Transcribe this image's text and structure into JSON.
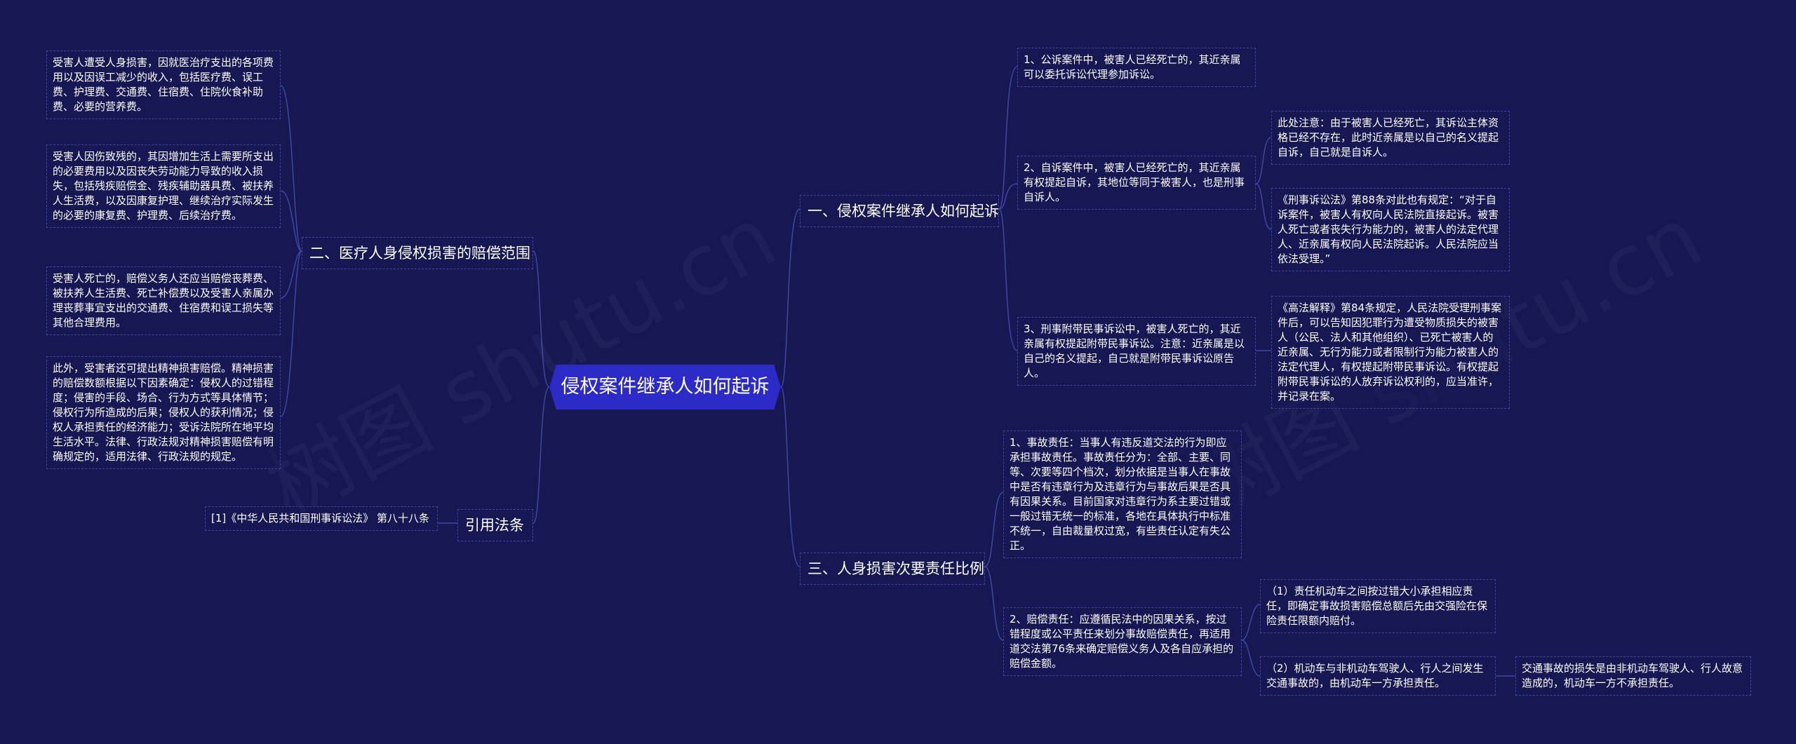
{
  "root": {
    "label": "侵权案件继承人如何起诉"
  },
  "branches": {
    "b1": "一、侵权案件继承人如何起诉",
    "b2": "二、医疗人身侵权损害的赔偿范围",
    "b3": "三、人身损害次要责任比例",
    "b4": "引用法条"
  },
  "leaves": {
    "r1": "1、公诉案件中，被害人已经死亡的，其近亲属可以委托诉讼代理参加诉讼。",
    "r2": "2、自诉案件中，被害人已经死亡的，其近亲属有权提起自诉，其地位等同于被害人，也是刑事自诉人。",
    "r2a": "此处注意：由于被害人已经死亡，其诉讼主体资格已经不存在，此时近亲属是以自己的名义提起自诉，自己就是自诉人。",
    "r2b": "《刑事诉讼法》第88条对此也有规定：“对于自诉案件，被害人有权向人民法院直接起诉。被害人死亡或者丧失行为能力的，被害人的法定代理人、近亲属有权向人民法院起诉。人民法院应当依法受理。”",
    "r3": "3、刑事附带民事诉讼中，被害人死亡的，其近亲属有权提起附带民事诉讼。注意：近亲属是以自己的名义提起，自己就是附带民事诉讼原告人。",
    "r3a": "《高法解释》第84条规定，人民法院受理刑事案件后，可以告知因犯罪行为遭受物质损失的被害人（公民、法人和其他组织）、已死亡被害人的近亲属、无行为能力或者限制行为能力被害人的法定代理人，有权提起附带民事诉讼。有权提起附带民事诉讼的人放弃诉讼权利的，应当准许，并记录在案。",
    "r4": "1、事故责任：当事人有违反道交法的行为即应承担事故责任。事故责任分为：全部、主要、同等、次要等四个档次，划分依据是当事人在事故中是否有违章行为及违章行为与事故后果是否具有因果关系。目前国家对违章行为系主要过错或一般过错无统一的标准，各地在具体执行中标准不统一，自由裁量权过宽，有些责任认定有失公正。",
    "r5": "2、赔偿责任：应遵循民法中的因果关系，按过错程度或公平责任来划分事故赔偿责任，再适用道交法第76条来确定赔偿义务人及各自应承担的赔偿金额。",
    "r5a": "（1）责任机动车之间按过错大小承担相应责任，即确定事故损害赔偿总额后先由交强险在保险责任限额内赔付。",
    "r5b": "（2）机动车与非机动车驾驶人、行人之间发生交通事故的，由机动车一方承担责任。",
    "r5b1": "交通事故的损失是由非机动车驾驶人、行人故意造成的，机动车一方不承担责任。",
    "l1": "受害人遭受人身损害，因就医治疗支出的各项费用以及因误工减少的收入，包括医疗费、误工费、护理费、交通费、住宿费、住院伙食补助费、必要的营养费。",
    "l2": "受害人因伤致残的，其因增加生活上需要所支出的必要费用以及因丧失劳动能力导致的收入损失，包括残疾赔偿金、残疾辅助器具费、被扶养人生活费，以及因康复护理、继续治疗实际发生的必要的康复费、护理费、后续治疗费。",
    "l3": "受害人死亡的，赔偿义务人还应当赔偿丧葬费、被扶养人生活费、死亡补偿费以及受害人亲属办理丧葬事宜支出的交通费、住宿费和误工损失等其他合理费用。",
    "l4": "此外，受害者还可提出精神损害赔偿。精神损害的赔偿数额根据以下因素确定：侵权人的过错程度；侵害的手段、场合、行为方式等具体情节；侵权行为所造成的后果；侵权人的获利情况；侵权人承担责任的经济能力；受诉法院所在地平均生活水平。法律、行政法规对精神损害赔偿有明确规定的，适用法律、行政法规的规定。",
    "l5": "[1]《中华人民共和国刑事诉讼法》 第八十八条"
  },
  "colors": {
    "background": "#171853",
    "root": "#2d2bc8",
    "connector": "#3d47a3",
    "text": "#ffffff"
  }
}
